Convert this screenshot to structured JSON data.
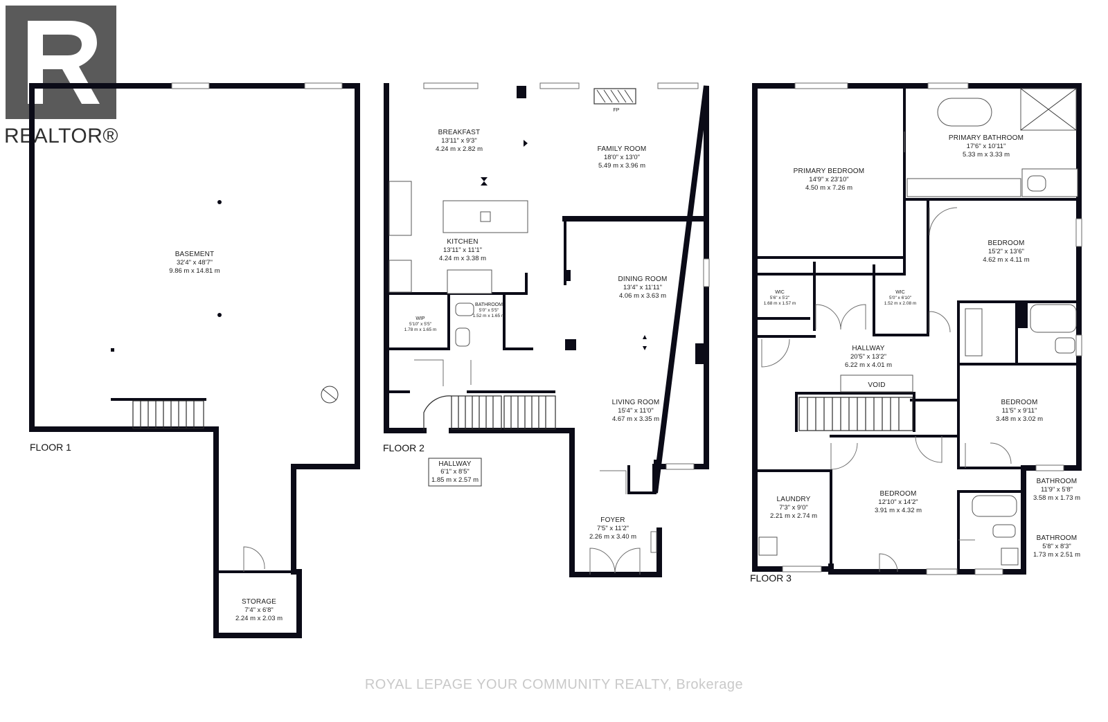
{
  "logo": {
    "text": "REALTOR®",
    "icon": "realtor-r-logo"
  },
  "watermark": "ROYAL LEPAGE YOUR COMMUNITY REALTY, Brokerage",
  "floors": [
    {
      "label": "FLOOR 1"
    },
    {
      "label": "FLOOR 2"
    },
    {
      "label": "FLOOR 3"
    }
  ],
  "fireplace_label": "FP",
  "void_label": "VOID",
  "rooms": {
    "basement": {
      "name": "BASEMENT",
      "imperial": "32'4\" x 48'7\"",
      "metric": "9.86 m x 14.81 m"
    },
    "storage": {
      "name": "STORAGE",
      "imperial": "7'4\" x 6'8\"",
      "metric": "2.24 m x 2.03 m"
    },
    "breakfast": {
      "name": "BREAKFAST",
      "imperial": "13'11\" x 9'3\"",
      "metric": "4.24 m x 2.82 m"
    },
    "family_room": {
      "name": "FAMILY ROOM",
      "imperial": "18'0\" x 13'0\"",
      "metric": "5.49 m x 3.96 m"
    },
    "kitchen": {
      "name": "KITCHEN",
      "imperial": "13'11\" x 11'1\"",
      "metric": "4.24 m x 3.38 m"
    },
    "dining_room": {
      "name": "DINING ROOM",
      "imperial": "13'4\" x 11'11\"",
      "metric": "4.06 m x 3.63 m"
    },
    "wip": {
      "name": "WIP",
      "imperial": "5'10\" x 5'5\"",
      "metric": "1.78 m x 1.65 m"
    },
    "bathroom_f2": {
      "name": "BATHROOM",
      "imperial": "5'0\" x 5'5\"",
      "metric": "1.52 m x 1.65 m"
    },
    "living_room": {
      "name": "LIVING ROOM",
      "imperial": "15'4\" x 11'0\"",
      "metric": "4.67 m x 3.35 m"
    },
    "hallway_f2": {
      "name": "HALLWAY",
      "imperial": "6'1\" x 8'5\"",
      "metric": "1.85 m x 2.57 m"
    },
    "foyer": {
      "name": "FOYER",
      "imperial": "7'5\" x 11'2\"",
      "metric": "2.26 m x 3.40 m"
    },
    "primary_bedroom": {
      "name": "PRIMARY BEDROOM",
      "imperial": "14'9\" x 23'10\"",
      "metric": "4.50 m x 7.26 m"
    },
    "primary_bathroom": {
      "name": "PRIMARY BATHROOM",
      "imperial": "17'6\" x 10'11\"",
      "metric": "5.33 m x 3.33 m"
    },
    "bedroom_2": {
      "name": "BEDROOM",
      "imperial": "15'2\" x 13'6\"",
      "metric": "4.62 m x 4.11 m"
    },
    "wic_1": {
      "name": "WIC",
      "imperial": "5'6\" x 5'2\"",
      "metric": "1.68 m x 1.57 m"
    },
    "wic_2": {
      "name": "WIC",
      "imperial": "5'0\" x 6'10\"",
      "metric": "1.52 m x 2.08 m"
    },
    "hallway_f3": {
      "name": "HALLWAY",
      "imperial": "20'5\" x 13'2\"",
      "metric": "6.22 m x 4.01 m"
    },
    "bedroom_3": {
      "name": "BEDROOM",
      "imperial": "11'5\" x 9'11\"",
      "metric": "3.48 m x 3.02 m"
    },
    "bathroom_a": {
      "name": "BATHROOM",
      "imperial": "11'9\" x 5'8\"",
      "metric": "3.58 m x 1.73 m"
    },
    "laundry": {
      "name": "LAUNDRY",
      "imperial": "7'3\" x 9'0\"",
      "metric": "2.21 m x 2.74 m"
    },
    "bedroom_4": {
      "name": "BEDROOM",
      "imperial": "12'10\" x 14'2\"",
      "metric": "3.91 m x 4.32 m"
    },
    "bathroom_b": {
      "name": "BATHROOM",
      "imperial": "5'8\" x 8'3\"",
      "metric": "1.73 m x 2.51 m"
    }
  }
}
